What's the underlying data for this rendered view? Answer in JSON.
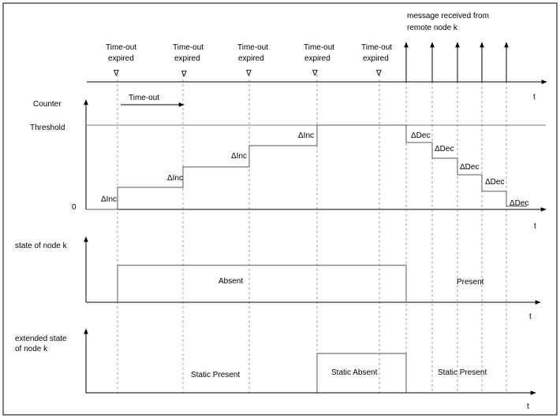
{
  "header": {
    "message_line1": "message received from",
    "message_line2": "remote node k"
  },
  "timeouts": {
    "label_line1": "Time-out",
    "label_line2": "expired",
    "marker": "∇"
  },
  "counter_panel": {
    "ylabel": "Counter",
    "threshold_label": "Threshold",
    "zero_label": "0",
    "timeout_span_label": "Time-out",
    "axis_t": "t",
    "inc_label": "ΔInc",
    "dec_label": "ΔDec"
  },
  "state_panel": {
    "ylabel": "state of node k",
    "absent_label": "Absent",
    "present_label": "Present",
    "axis_t": "t"
  },
  "extended_panel": {
    "ylabel_line1": "extended state",
    "ylabel_line2": "of node k",
    "static_present_label": "Static Present",
    "static_absent_label": "Static Absent",
    "axis_t": "t"
  }
}
